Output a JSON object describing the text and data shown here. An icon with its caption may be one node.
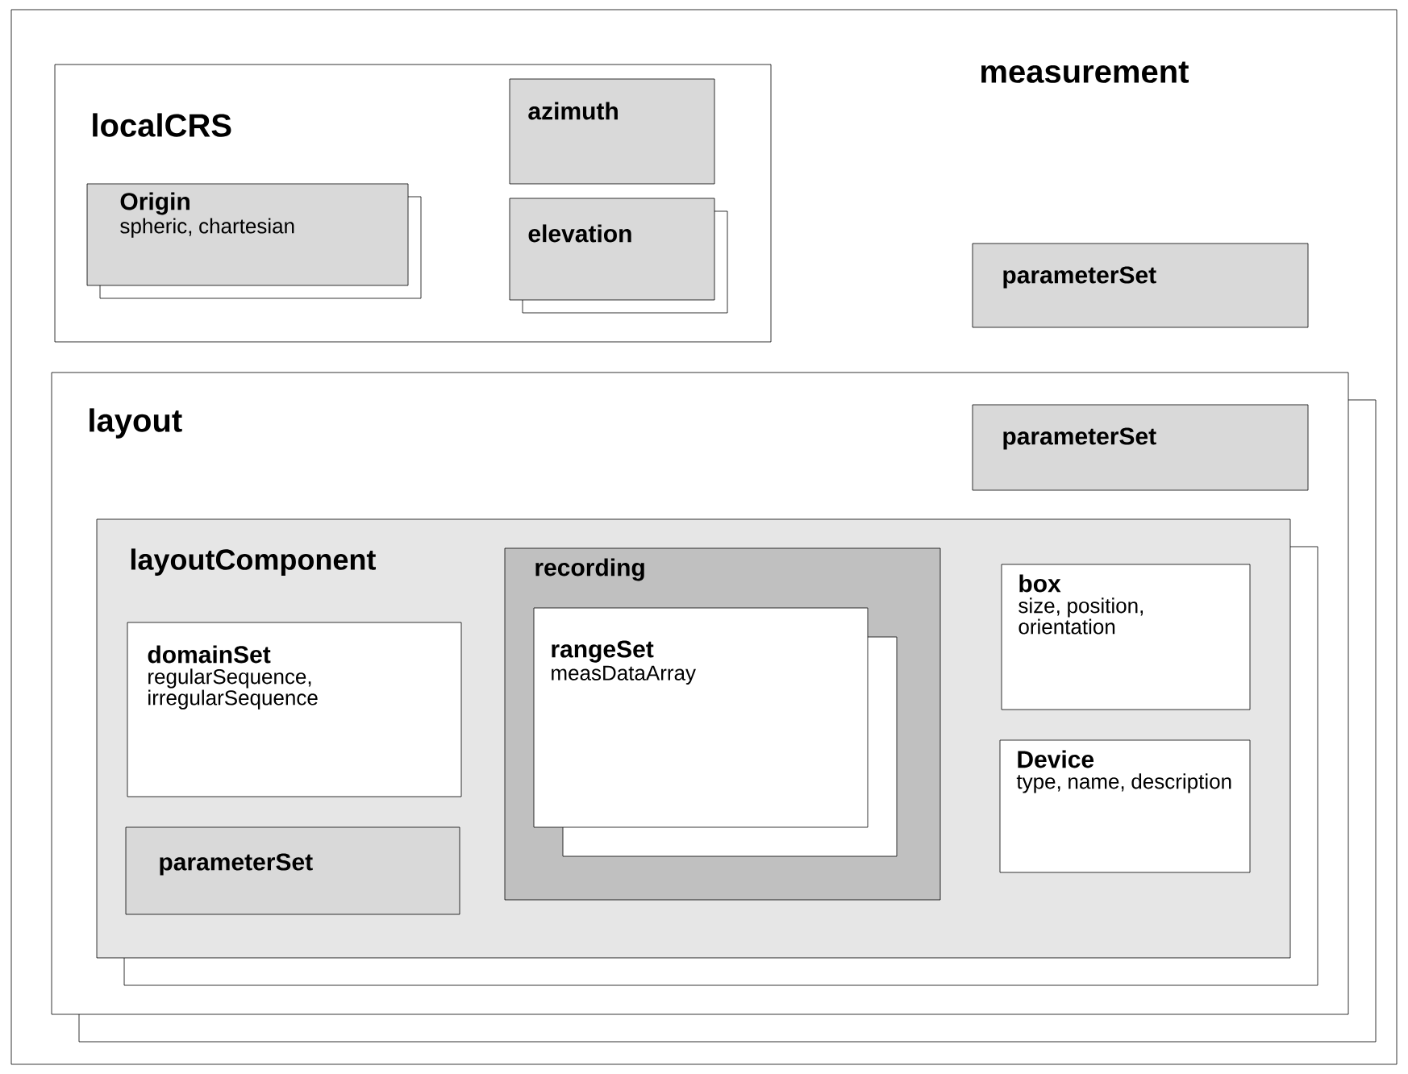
{
  "diagram": {
    "nodes": [
      {
        "text": [
          "measurement"
        ]
      },
      {
        "text": [
          "localCRS"
        ],
        "in": 0
      },
      {
        "text": [
          "Origin",
          "spheric, chartesian"
        ],
        "in": 1
      },
      {
        "text": [
          "azimuth"
        ],
        "in": 1
      },
      {
        "text": [
          "elevation"
        ],
        "in": 1
      },
      {
        "text": [
          "parameterSet"
        ],
        "in": 0
      },
      {
        "text": [
          "layout"
        ],
        "in": 0
      },
      {
        "text": [
          "parameterSet"
        ],
        "in": 6
      },
      {
        "text": [
          "layoutComponent"
        ],
        "in": 6
      },
      {
        "text": [
          "domainSet",
          "regularSequence, irregularSequence"
        ],
        "in": 8
      },
      {
        "text": [
          "parameterSet"
        ],
        "in": 8
      },
      {
        "text": [
          "recording"
        ],
        "in": 8
      },
      {
        "text": [
          "rangeSet",
          "measDataArray"
        ],
        "in": 11
      },
      {
        "text": [
          "box",
          "size, position, orientation"
        ],
        "in": 8
      },
      {
        "text": [
          "Device",
          "type, name, description"
        ],
        "in": 8
      }
    ]
  }
}
